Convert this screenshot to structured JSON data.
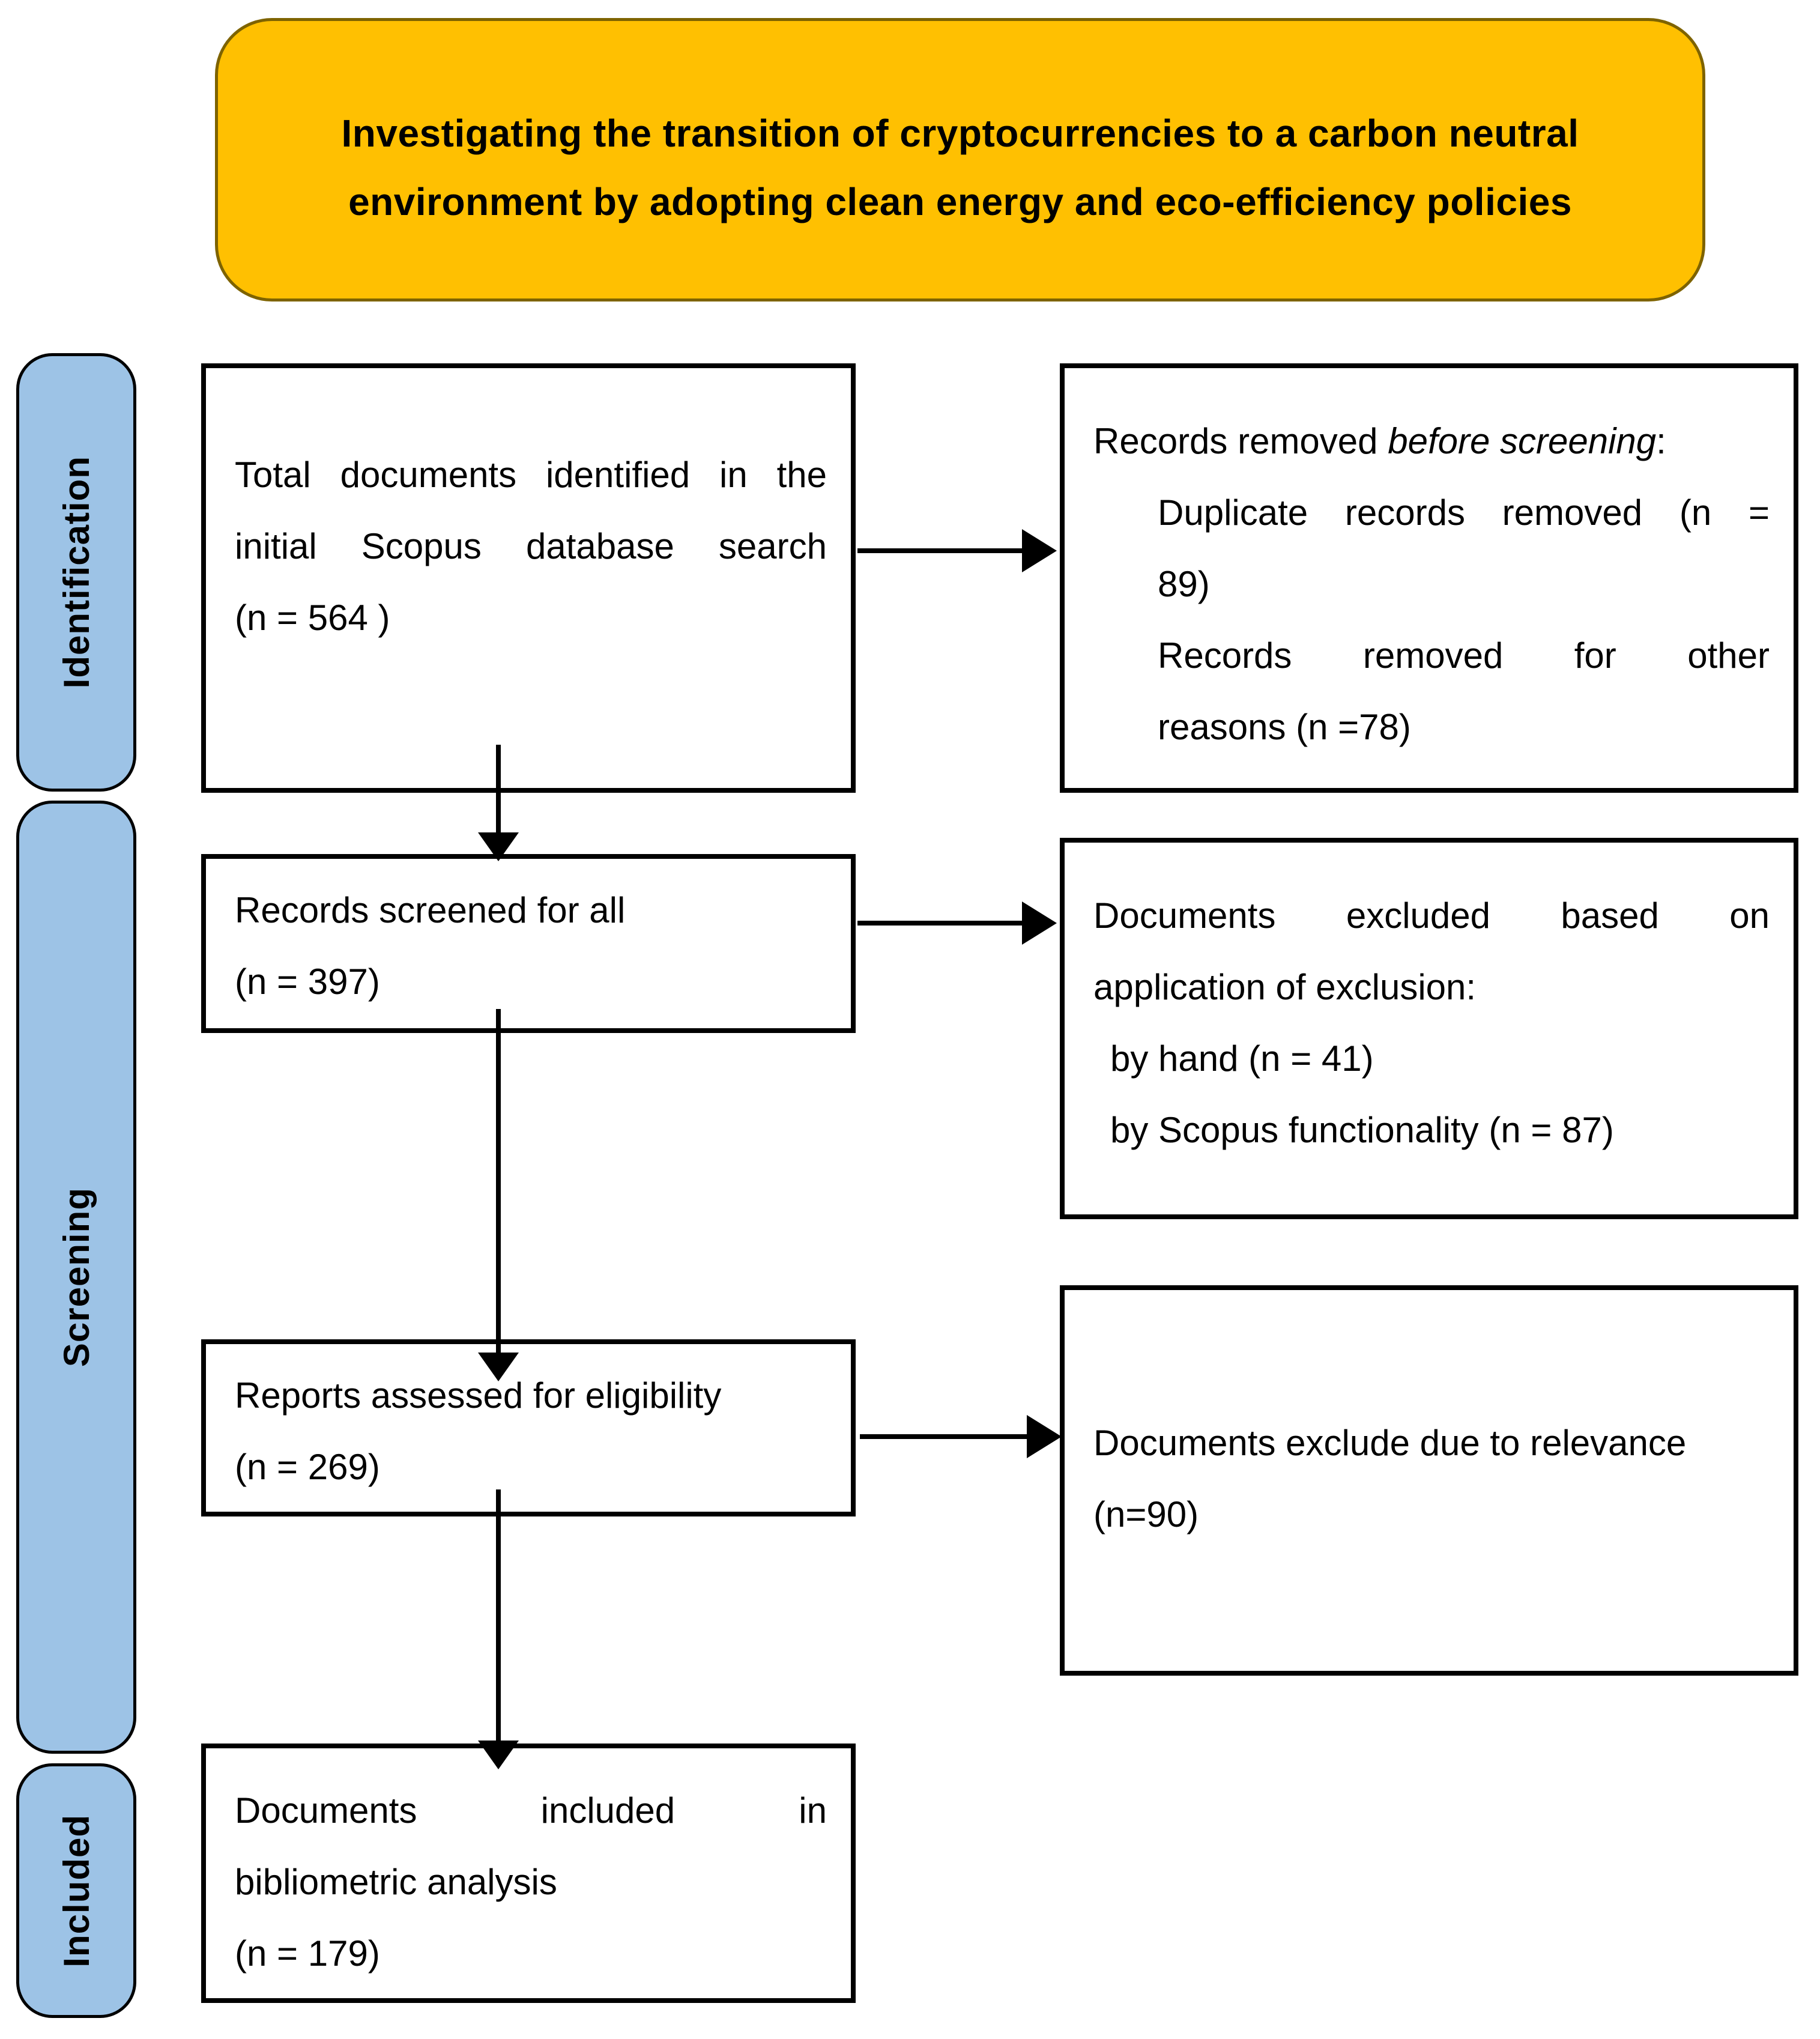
{
  "title": {
    "line1": "Investigating the transition of cryptocurrencies to a carbon neutral",
    "line2": "environment by adopting clean energy and eco-efficiency policies"
  },
  "rail": [
    {
      "label": "Identification"
    },
    {
      "label": "Screening"
    },
    {
      "label": "Included"
    }
  ],
  "boxes": {
    "identified": {
      "line1": "Total documents identified in the",
      "line2": "initial Scopus database search",
      "line3": "(n = 564 )"
    },
    "removed": {
      "heading_prefix": "Records removed ",
      "heading_italic": "before screening",
      "heading_suffix": ":",
      "item1_line1": "Duplicate records removed (n =",
      "item1_line2": "89)",
      "item2_line1": "Records removed for other",
      "item2_line2": "reasons (n =78)"
    },
    "screened": {
      "line1": "Records screened for all",
      "line2": "(n = 397)"
    },
    "excluded": {
      "line1": "Documents excluded based on",
      "line2": "application of exclusion:",
      "item1": "by hand (n = 41)",
      "item2": "by Scopus functionality (n = 87)"
    },
    "assessed": {
      "line1": "Reports assessed for eligibility",
      "line2": "(n = 269)"
    },
    "relevance": {
      "line1": "Documents exclude due to relevance",
      "line2": "(n=90)"
    },
    "included": {
      "line1": "Documents included in",
      "line2": "bibliometric analysis",
      "line3": "(n = 179)"
    }
  },
  "colors": {
    "title_bg": "#FFC001",
    "title_border": "#7E6300",
    "rail_bg": "#9DC3E6",
    "box_border": "#000000",
    "arrow": "#000000"
  }
}
